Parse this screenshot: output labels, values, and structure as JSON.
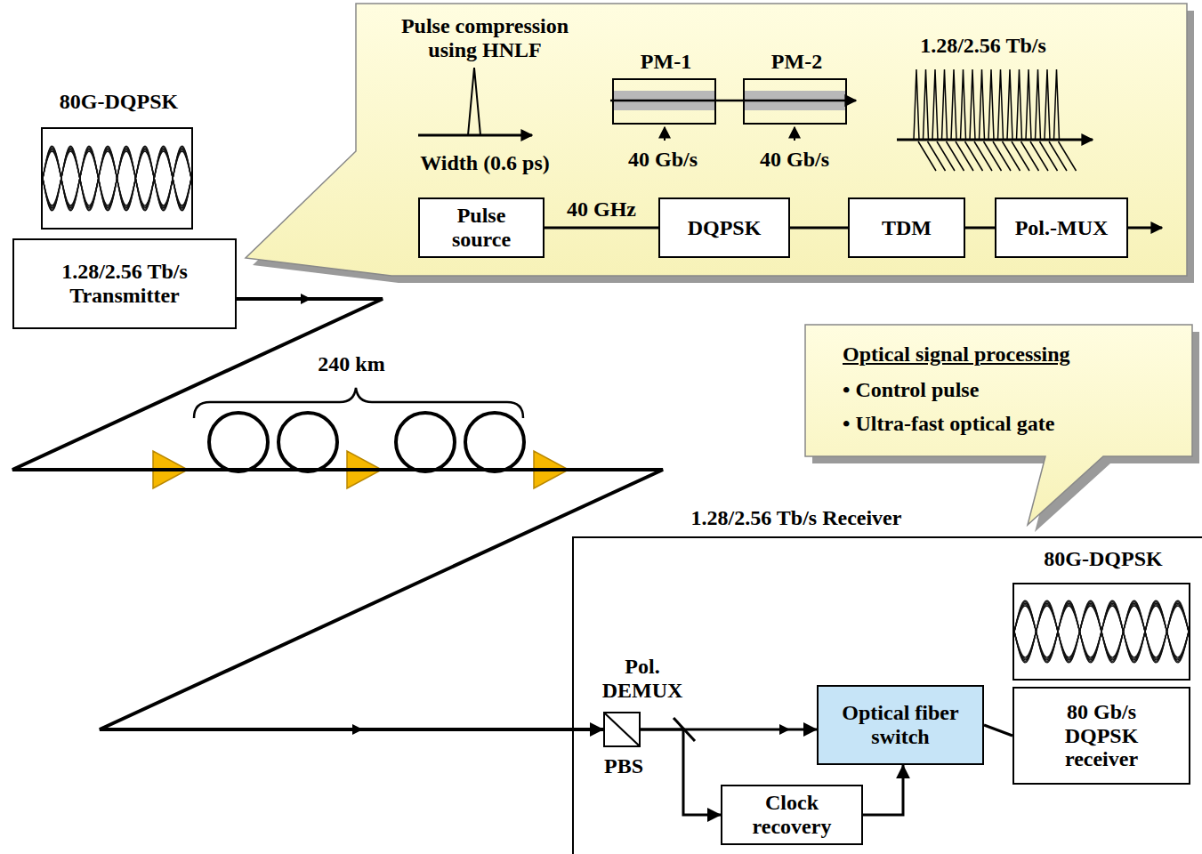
{
  "diagram": {
    "nodes": [
      {
        "text": [
          "80G-DQPSK"
        ]
      },
      {
        "text": [
          "1.28/2.56 Tb/s Transmitter"
        ]
      },
      {
        "text": [
          "Pulse compression using HNLF",
          "Width (0.6 ps)",
          "40 Gb/s",
          "40 Gb/s",
          "1.28/2.56 Tb/s"
        ]
      },
      {
        "text": [
          "PM-1"
        ],
        "in": 2
      },
      {
        "text": [
          "PM-2"
        ],
        "in": 2
      },
      {
        "text": [
          "Pulse source"
        ],
        "in": 2
      },
      {
        "text": [
          "DQPSK"
        ],
        "in": 2
      },
      {
        "text": [
          "TDM"
        ],
        "in": 2
      },
      {
        "text": [
          "Pol.-MUX"
        ],
        "in": 2
      },
      {
        "text": [
          "Optical signal processing",
          "• Control pulse",
          "• Ultra-fast optical gate"
        ]
      },
      {
        "text": [
          "1.28/2.56 Tb/s Receiver"
        ]
      },
      {
        "text": [
          "80G-DQPSK"
        ],
        "in": 10
      },
      {
        "text": [
          "Pol. DEMUX",
          "PBS"
        ],
        "in": 10
      },
      {
        "text": [
          "Optical fiber switch"
        ],
        "in": 10
      },
      {
        "text": [
          "80 Gb/s DQPSK receiver"
        ],
        "in": 10
      },
      {
        "text": [
          "Clock recovery"
        ],
        "in": 10
      }
    ],
    "edges": [
      {
        "from": 1,
        "to": 12,
        "arrow": "to"
      },
      {
        "from": 5,
        "to": 6,
        "label": "40 GHz",
        "arrow": "none"
      },
      {
        "from": 6,
        "to": 7,
        "arrow": "none"
      },
      {
        "from": 7,
        "to": 8,
        "arrow": "none"
      },
      {
        "from": 12,
        "to": 13,
        "arrow": "to"
      },
      {
        "from": 12,
        "to": 15,
        "arrow": "to"
      },
      {
        "from": 15,
        "to": 13,
        "arrow": "to"
      },
      {
        "from": 13,
        "to": 14,
        "arrow": "none"
      }
    ],
    "labels": [
      "240 km"
    ]
  }
}
